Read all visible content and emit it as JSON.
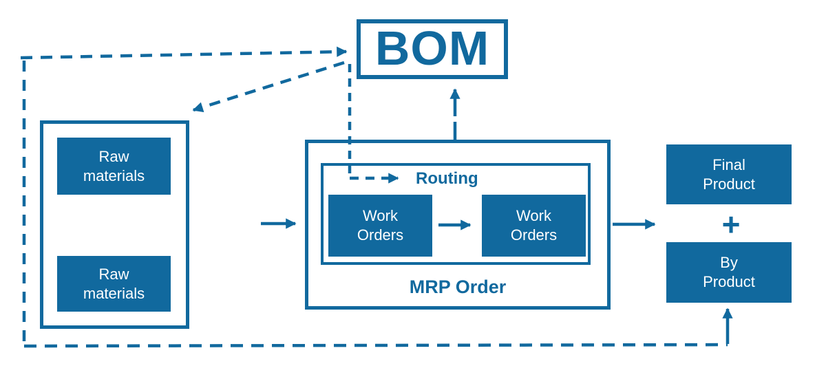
{
  "diagram": {
    "title_hint": "BOM / MRP order material flow diagram",
    "bom": {
      "label": "BOM"
    },
    "raw": {
      "box1": "Raw\nmaterials",
      "box2": "Raw\nmaterials"
    },
    "mrp": {
      "title": "MRP Order",
      "routing": "Routing",
      "wo1": "Work\nOrders",
      "wo2": "Work\nOrders"
    },
    "out": {
      "final": "Final\nProduct",
      "plus": "+",
      "by": "By\nProduct"
    },
    "connectors": [
      {
        "from": "bom",
        "to": "raw-materials-group",
        "style": "dashed-arrow"
      },
      {
        "from": "bom",
        "to": "routing",
        "style": "dashed-arrow"
      },
      {
        "from": "bom-loop-left-bottom",
        "to": "by-product",
        "style": "dashed-then-arrow"
      },
      {
        "from": "loop",
        "to": "bom",
        "style": "dashed-arrow"
      },
      {
        "from": "input",
        "to": "mrp-order",
        "style": "solid-arrow"
      },
      {
        "from": "work-orders-1",
        "to": "work-orders-2",
        "style": "solid-arrow"
      },
      {
        "from": "mrp-order",
        "to": "bom",
        "style": "solid-arrow"
      },
      {
        "from": "mrp-order",
        "to": "final-product",
        "style": "solid-arrow"
      }
    ],
    "colors": {
      "primary": "#11699E",
      "text_on_fill": "#FFFFFF",
      "background": "#FFFFFF"
    }
  }
}
